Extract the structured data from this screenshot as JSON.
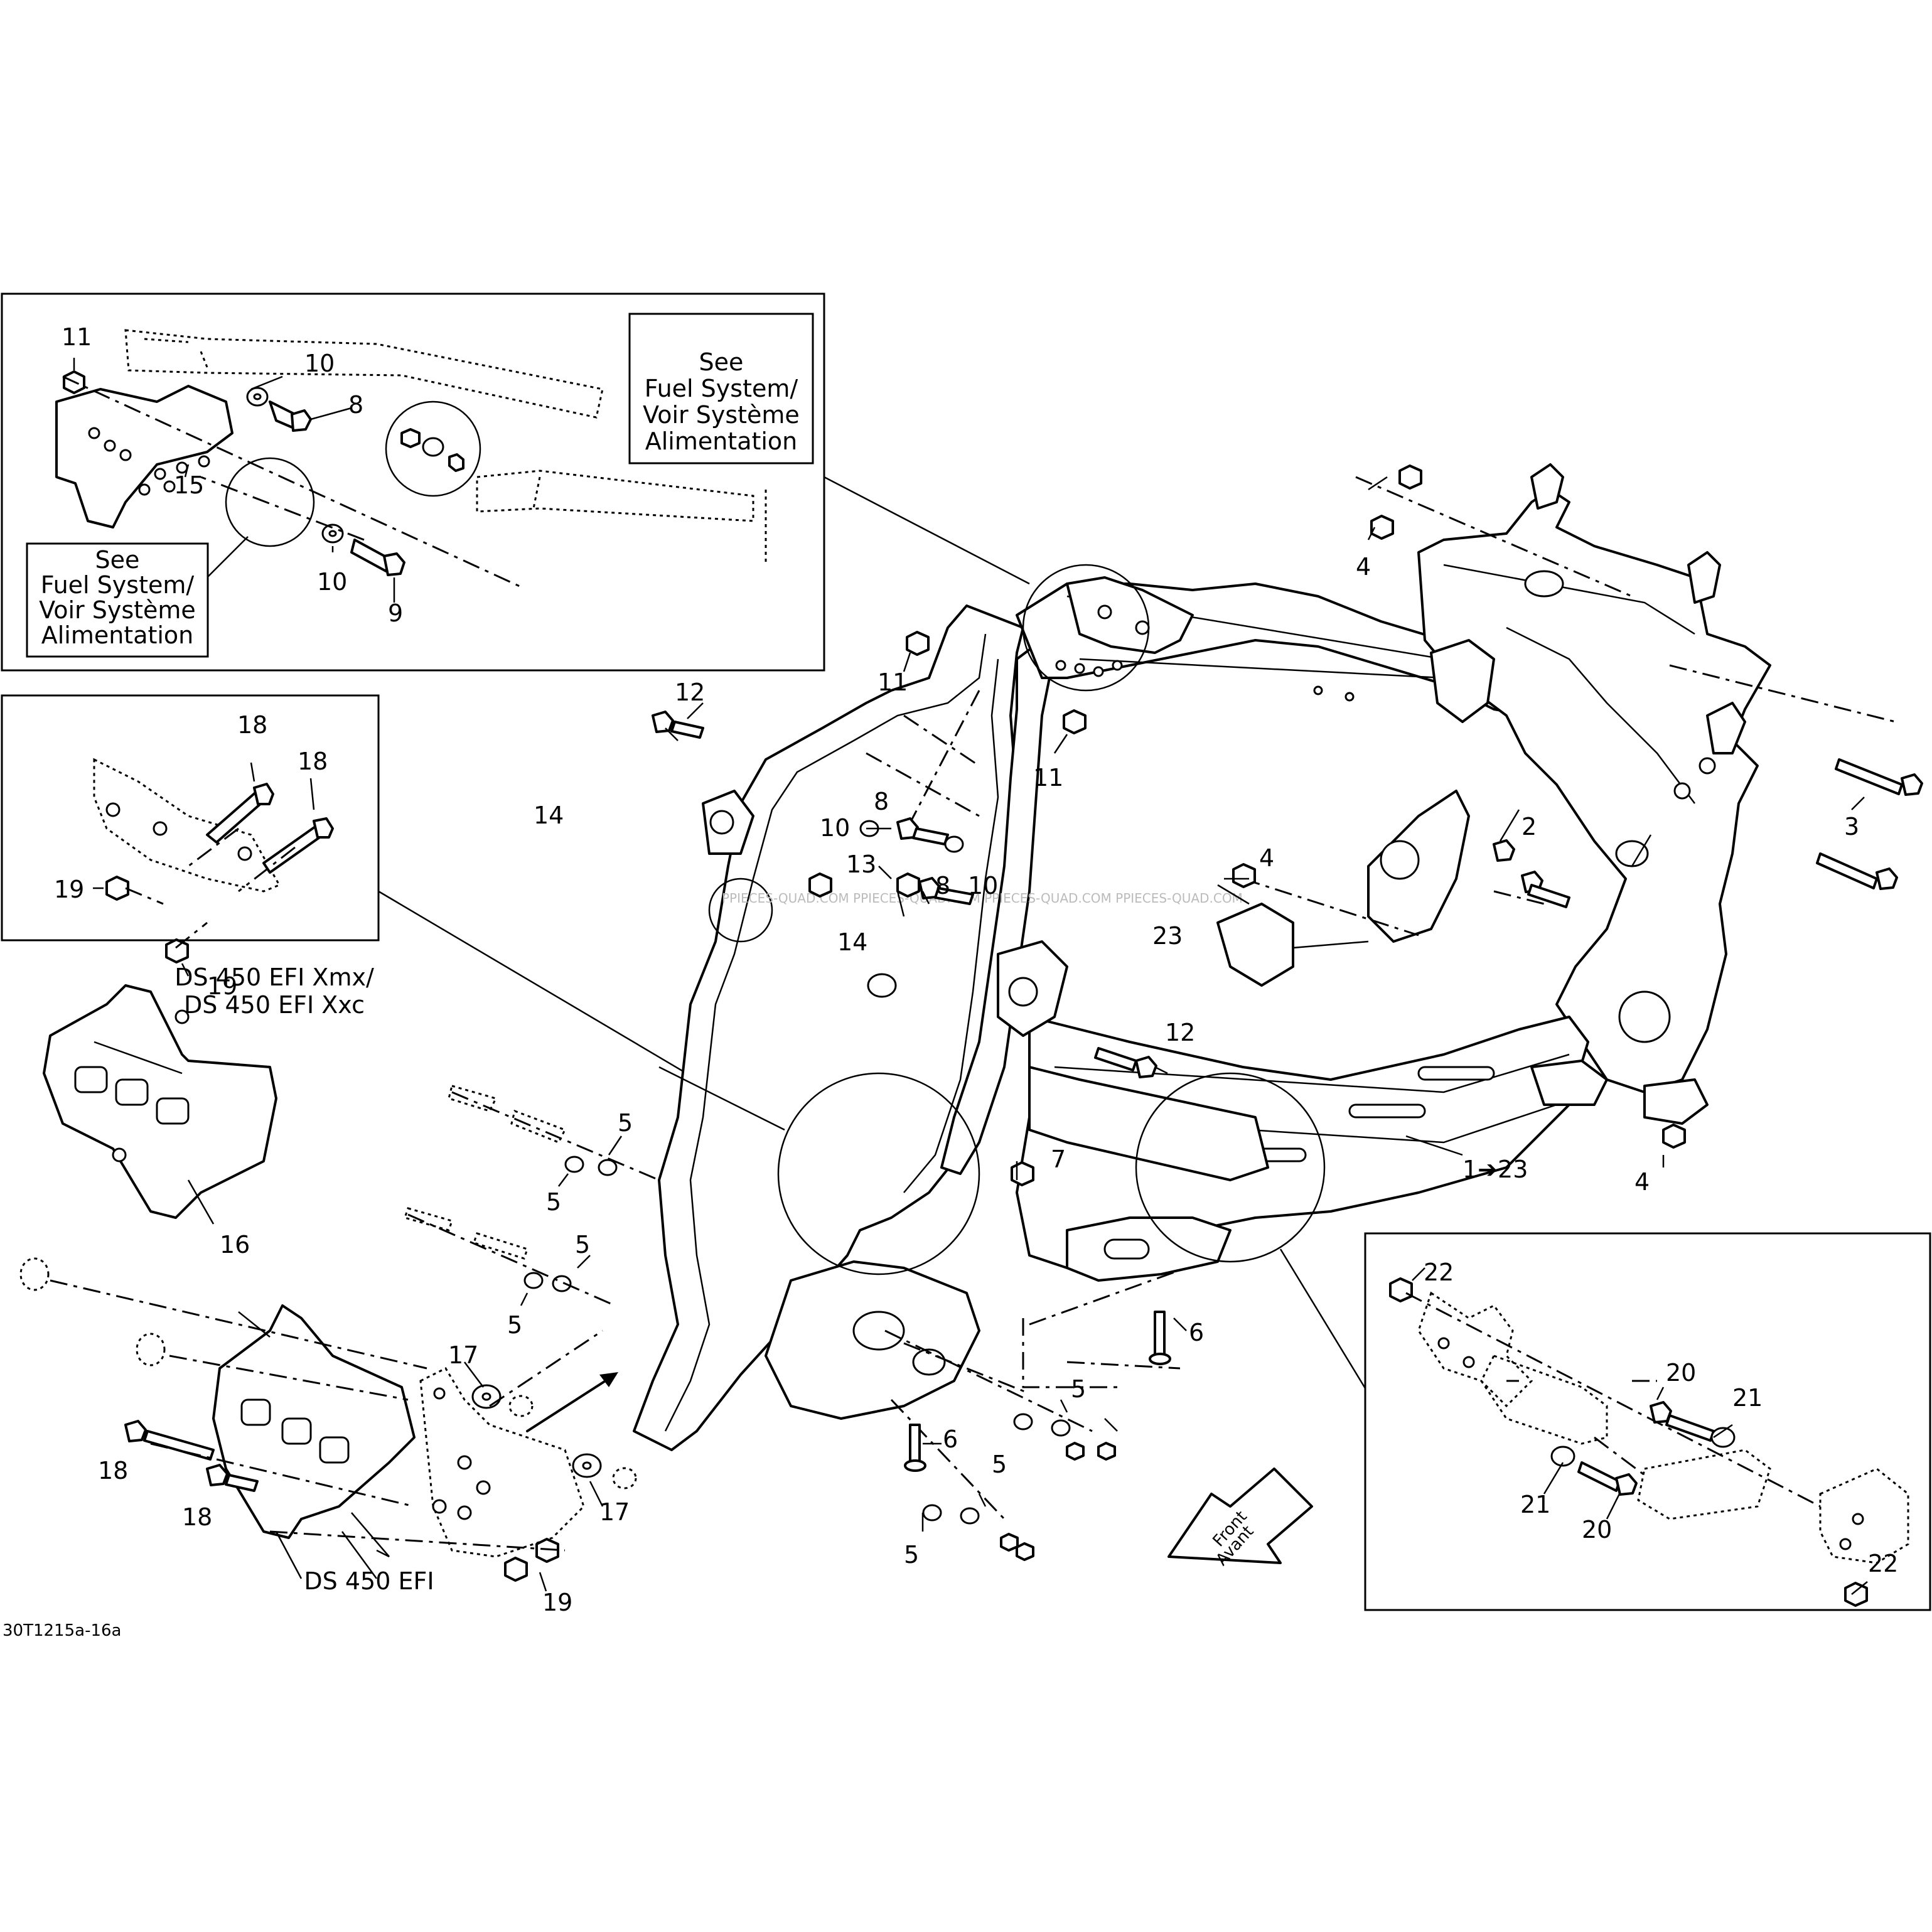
{
  "diagram": {
    "code": "30T1215a-16a",
    "notes": {
      "see_fuel": [
        "See",
        "Fuel System/",
        "Voir Système",
        "Alimentation"
      ],
      "variant_xmx": [
        "DS 450 EFI Xmx/",
        "DS 450 EFI Xxc"
      ],
      "variant_std": "DS 450 EFI",
      "front": [
        "Front",
        "Avant"
      ],
      "range": "1➔23"
    },
    "callouts": {
      "c1": "11",
      "c2": "10",
      "c3": "8",
      "c4": "15",
      "c5": "10",
      "c6": "9",
      "c7": "18",
      "c8": "18",
      "c9": "19",
      "c10": "19",
      "c11": "16",
      "c12": "18",
      "c13": "18",
      "c14": "17",
      "c15": "17",
      "c16": "19",
      "c17": "14",
      "c18": "12",
      "c19": "11",
      "c20": "11",
      "c21": "10",
      "c22": "8",
      "c23": "8",
      "c24": "10",
      "c25": "13",
      "c26": "14",
      "c27": "12",
      "c28": "4",
      "c29": "4",
      "c30": "2",
      "c31": "3",
      "c32": "23",
      "c33": "4",
      "c34": "5",
      "c35": "5",
      "c36": "5",
      "c37": "5",
      "c38": "7",
      "c39": "6",
      "c40": "6",
      "c41": "5",
      "c42": "5",
      "c43": "5",
      "c44": "22",
      "c45": "20",
      "c46": "21",
      "c47": "21",
      "c48": "20",
      "c49": "22"
    }
  }
}
